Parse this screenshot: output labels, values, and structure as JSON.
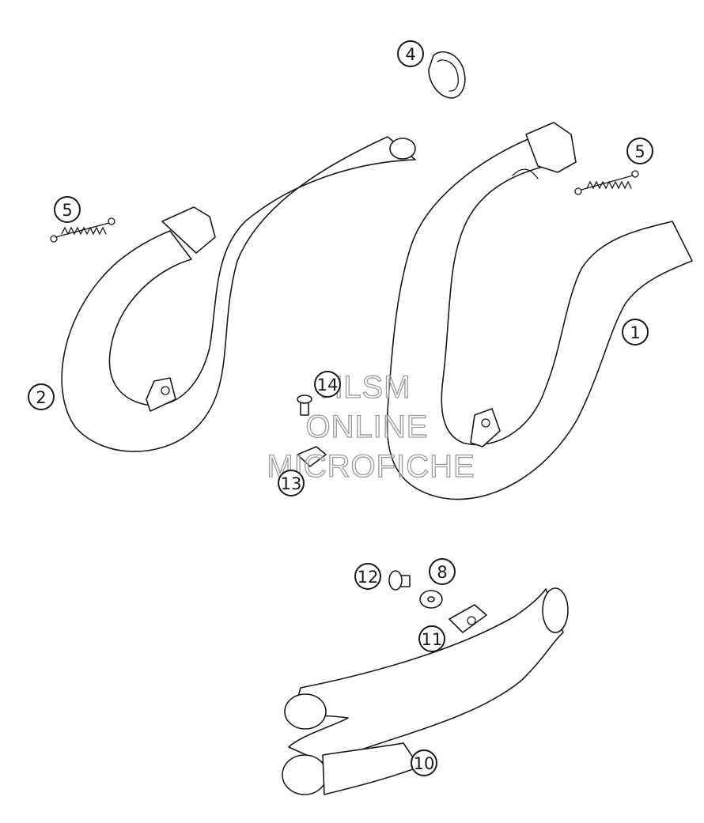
{
  "callouts": [
    {
      "id": "c1",
      "label": "1"
    },
    {
      "id": "c2",
      "label": "2"
    },
    {
      "id": "c4",
      "label": "4"
    },
    {
      "id": "c5a",
      "label": "5"
    },
    {
      "id": "c5b",
      "label": "5"
    },
    {
      "id": "c8",
      "label": "8"
    },
    {
      "id": "c10",
      "label": "10"
    },
    {
      "id": "c11",
      "label": "11"
    },
    {
      "id": "c12",
      "label": "12"
    },
    {
      "id": "c13",
      "label": "13"
    },
    {
      "id": "c14",
      "label": "14"
    }
  ],
  "watermark": {
    "line1": "HLSM",
    "line2": "ONLINE",
    "line3": "MICROFICHE"
  }
}
